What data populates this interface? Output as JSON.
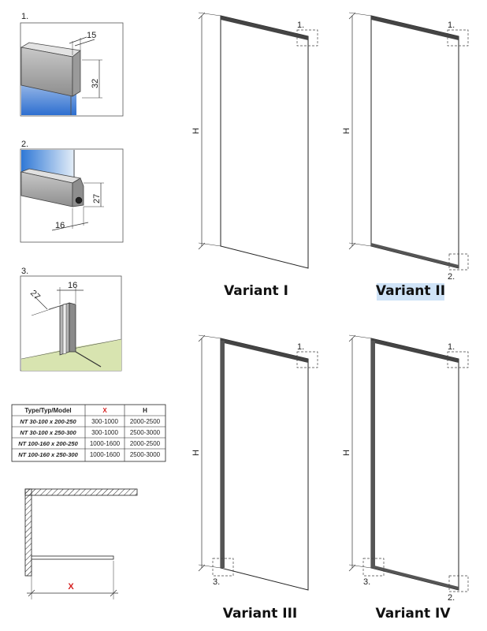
{
  "details": [
    {
      "marker": "1.",
      "dims": [
        "15",
        "32"
      ]
    },
    {
      "marker": "2.",
      "dims": [
        "27",
        "16"
      ]
    },
    {
      "marker": "3.",
      "dims": [
        "27",
        "16"
      ]
    }
  ],
  "table": {
    "headers": [
      "Type/Typ/Model",
      "X",
      "H"
    ],
    "rows": [
      [
        "NT 30-100 x 200-250",
        "300-1000",
        "2000-2500"
      ],
      [
        "NT 30-100 x 250-300",
        "300-1000",
        "2500-3000"
      ],
      [
        "NT 100-160 x 200-250",
        "1000-1600",
        "2000-2500"
      ],
      [
        "NT 100-160 x 250-300",
        "1000-1600",
        "2500-3000"
      ]
    ]
  },
  "plan": {
    "x_label": "X"
  },
  "variants": [
    {
      "label": "Variant I",
      "h_label": "H",
      "markers": [
        "1."
      ]
    },
    {
      "label": "Variant II",
      "h_label": "H",
      "markers": [
        "1.",
        "2."
      ]
    },
    {
      "label": "Variant III",
      "h_label": "H",
      "markers": [
        "1.",
        "3."
      ]
    },
    {
      "label": "Variant IV",
      "h_label": "H",
      "markers": [
        "1.",
        "3.",
        "2."
      ]
    }
  ],
  "colors": {
    "glass_blue": "#4a8fd8",
    "table_x_red": "#d62020",
    "highlight": "#cfe3f7"
  }
}
